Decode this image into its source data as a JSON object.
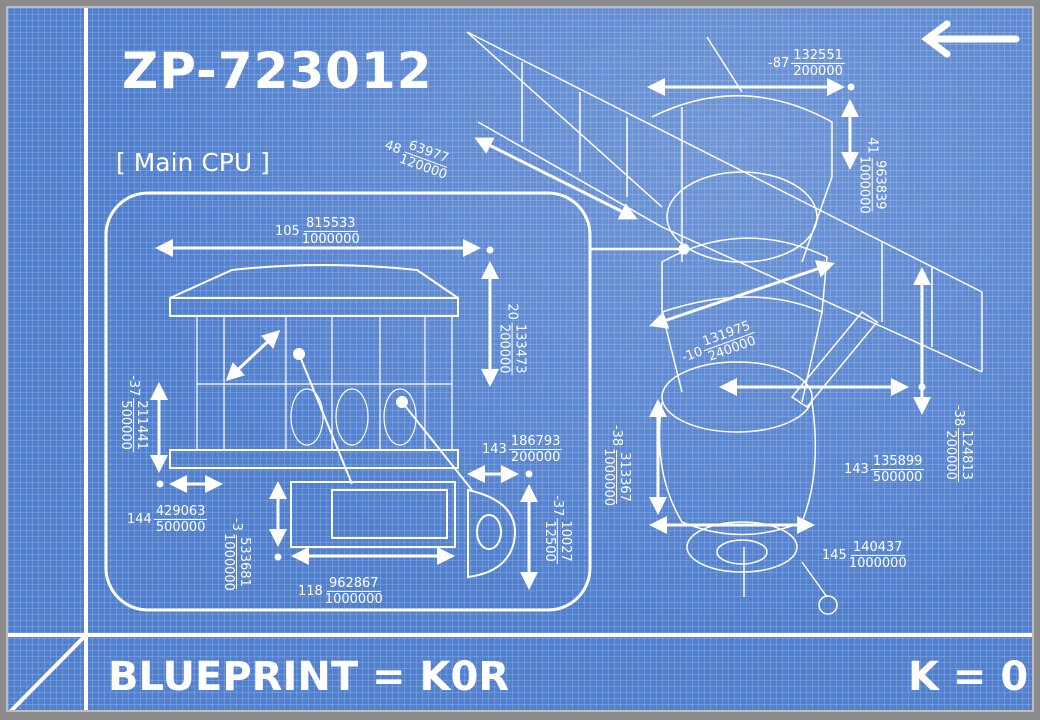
{
  "title": "ZP-723012",
  "subtitle": "[ Main CPU ]",
  "footer": {
    "blueprint_label": "BLUEPRINT = K0R",
    "k_label": "K = 0"
  },
  "back_arrow_icon": "left-arrow-icon",
  "dimensions": [
    {
      "whole": "105",
      "num": "815533",
      "den": "1000000"
    },
    {
      "whole": "20",
      "num": "133473",
      "den": "200000"
    },
    {
      "whole": "-37",
      "num": "211441",
      "den": "500000"
    },
    {
      "whole": "144",
      "num": "429063",
      "den": "500000"
    },
    {
      "whole": "-3",
      "num": "533681",
      "den": "1000000"
    },
    {
      "whole": "118",
      "num": "962867",
      "den": "1000000"
    },
    {
      "whole": "143",
      "num": "186793",
      "den": "200000"
    },
    {
      "whole": "-37",
      "num": "10027",
      "den": "12500"
    },
    {
      "whole": "48",
      "num": "63977",
      "den": "120000"
    },
    {
      "whole": "-87",
      "num": "132551",
      "den": "200000"
    },
    {
      "whole": "41",
      "num": "963839",
      "den": "1000000"
    },
    {
      "whole": "-10",
      "num": "131975",
      "den": "240000"
    },
    {
      "whole": "-38",
      "num": "313367",
      "den": "1000000"
    },
    {
      "whole": "-38",
      "num": "124813",
      "den": "200000"
    },
    {
      "whole": "143",
      "num": "135899",
      "den": "500000"
    },
    {
      "whole": "145",
      "num": "140437",
      "den": "1000000"
    }
  ]
}
